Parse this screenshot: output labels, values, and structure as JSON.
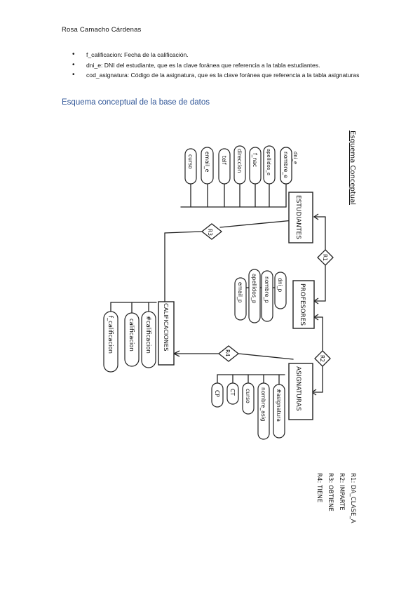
{
  "header": {
    "author": "Rosa Camacho Cárdenas"
  },
  "bullets": [
    "f_calificacion: Fecha de la calificación.",
    "dni_e: DNI del estudiante, que es la clave foránea que referencia a la tabla estudiantes.",
    "cod_asignatura: Código de la asignatura, que es la clave foránea que referencia a la tabla asignaturas"
  ],
  "section_title": "Esquema conceptual de la base de datos",
  "diagram": {
    "heading": "Esquema Conceptual",
    "entities": {
      "estudiantes": "ESTUDIANTES",
      "profesores": "PROFESORES",
      "asignaturas": "ASIGNATURAS",
      "calificaciones": "CALIFICACIONES"
    },
    "relations": {
      "r1": "R1",
      "r2": "R2",
      "r3": "R3",
      "r4": "R4"
    },
    "attributes": {
      "estudiantes": [
        "curso",
        "email_e",
        "telf",
        "direccion",
        "f_nac",
        "apellidos_e",
        "nombre_e",
        "dni_e"
      ],
      "profesores": [
        "email_p",
        "apellidos_p",
        "nombre_p",
        "dni_p"
      ],
      "asignaturas": [
        "CP",
        "CT",
        "curso",
        "nombre_asig",
        "#asignatura"
      ],
      "calificaciones": [
        "f_calificacion",
        "calificacion",
        "#calificacion"
      ]
    },
    "legend": [
      "R1: DA_CLASE_A",
      "R2: IMPARTE",
      "R3: OBTIENE",
      "R4: TIENE"
    ]
  }
}
